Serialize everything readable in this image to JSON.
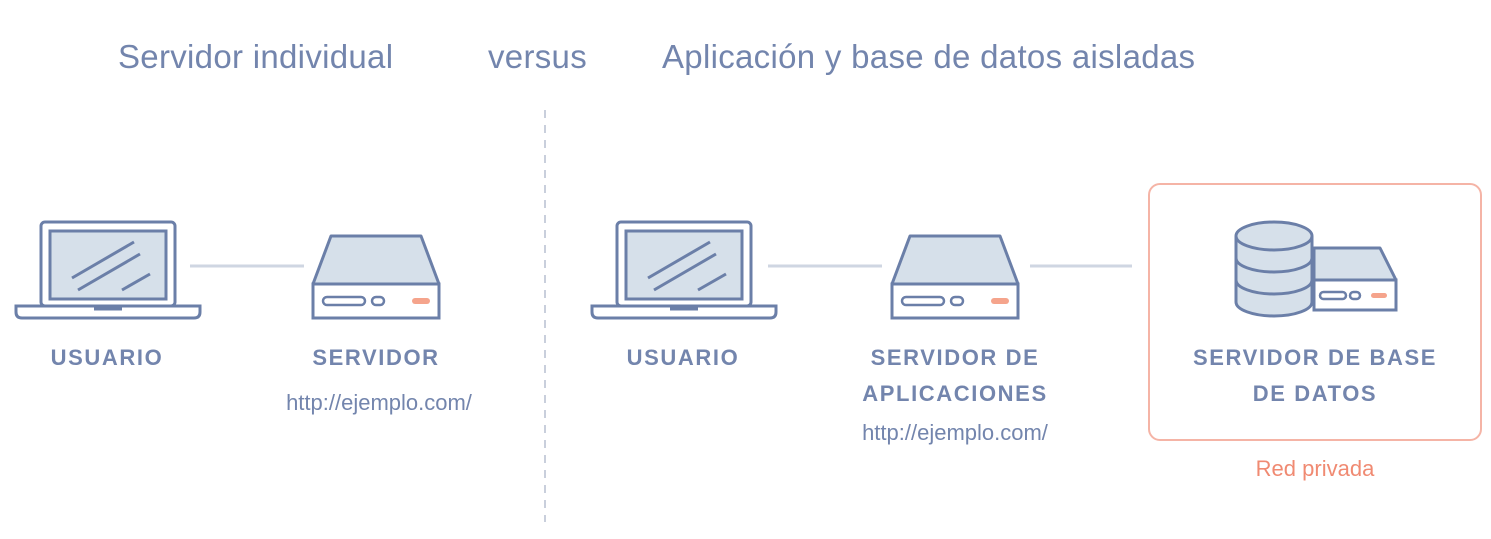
{
  "titles": {
    "left": "Servidor individual",
    "middle": "versus",
    "right": "Aplicación y base de datos aisladas"
  },
  "left_diagram": {
    "user_label": "USUARIO",
    "server_label": "SERVIDOR",
    "server_url": "http://ejemplo.com/"
  },
  "right_diagram": {
    "user_label": "USUARIO",
    "app_server_label_line1": "SERVIDOR DE",
    "app_server_label_line2": "APLICACIONES",
    "app_server_url": "http://ejemplo.com/",
    "db_server_label_line1": "SERVIDOR DE BASE",
    "db_server_label_line2": "DE DATOS",
    "private_network_label": "Red privada"
  },
  "colors": {
    "stroke": "#6b7fa8",
    "fill": "#d6e0ea",
    "connector": "#cfd6e2",
    "accent": "#f5a48c",
    "private_border": "#f5b4a6",
    "divider": "#c9cfdc"
  },
  "icons": [
    "laptop-icon",
    "server-icon",
    "database-icon"
  ]
}
